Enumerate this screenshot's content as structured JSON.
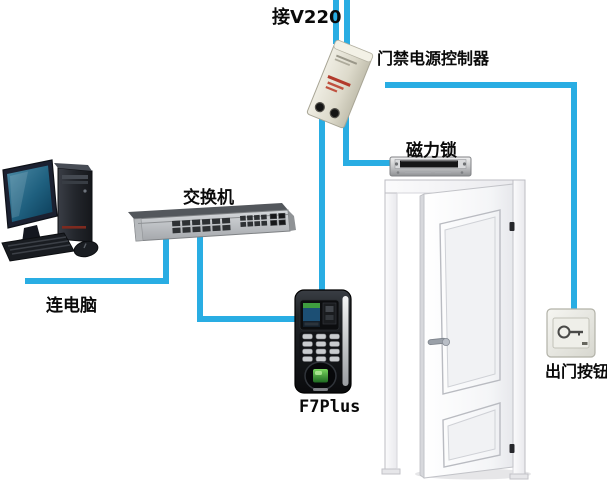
{
  "diagram": {
    "title_implicit": "",
    "labels": {
      "power_input": "接V220",
      "power_controller": "门禁电源控制器",
      "magnetic_lock": "磁力锁",
      "network_switch": "交换机",
      "computer": "连电脑",
      "fingerprint_terminal": "F7Plus",
      "exit_button": "出门按钮"
    },
    "colors": {
      "connector_line": "#29ade3",
      "background": "#ffffff",
      "label_text": "#0a0a0a"
    }
  }
}
